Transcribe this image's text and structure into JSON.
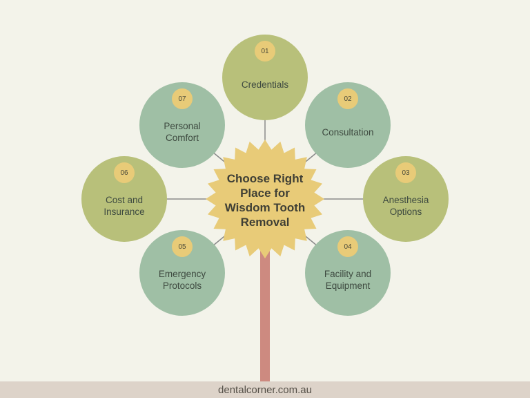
{
  "center": {
    "title": "Choose Right\nPlace for\nWisdom Tooth\nRemoval"
  },
  "nodes": [
    {
      "number": "01",
      "label": "Credentials"
    },
    {
      "number": "02",
      "label": "Consultation"
    },
    {
      "number": "03",
      "label": "Anesthesia\nOptions"
    },
    {
      "number": "04",
      "label": "Facility and\nEquipment"
    },
    {
      "number": "05",
      "label": "Emergency\nProtocols"
    },
    {
      "number": "06",
      "label": "Cost and\nInsurance"
    },
    {
      "number": "07",
      "label": "Personal\nComfort"
    }
  ],
  "footer": {
    "text": "dentalcorner.com.au"
  },
  "colors": {
    "background": "#f3f3ea",
    "olive": "#b8c07a",
    "sage": "#9fbfa5",
    "badge": "#e8cb78",
    "trunk": "#cd8a80",
    "footer": "#ddd3c9"
  }
}
